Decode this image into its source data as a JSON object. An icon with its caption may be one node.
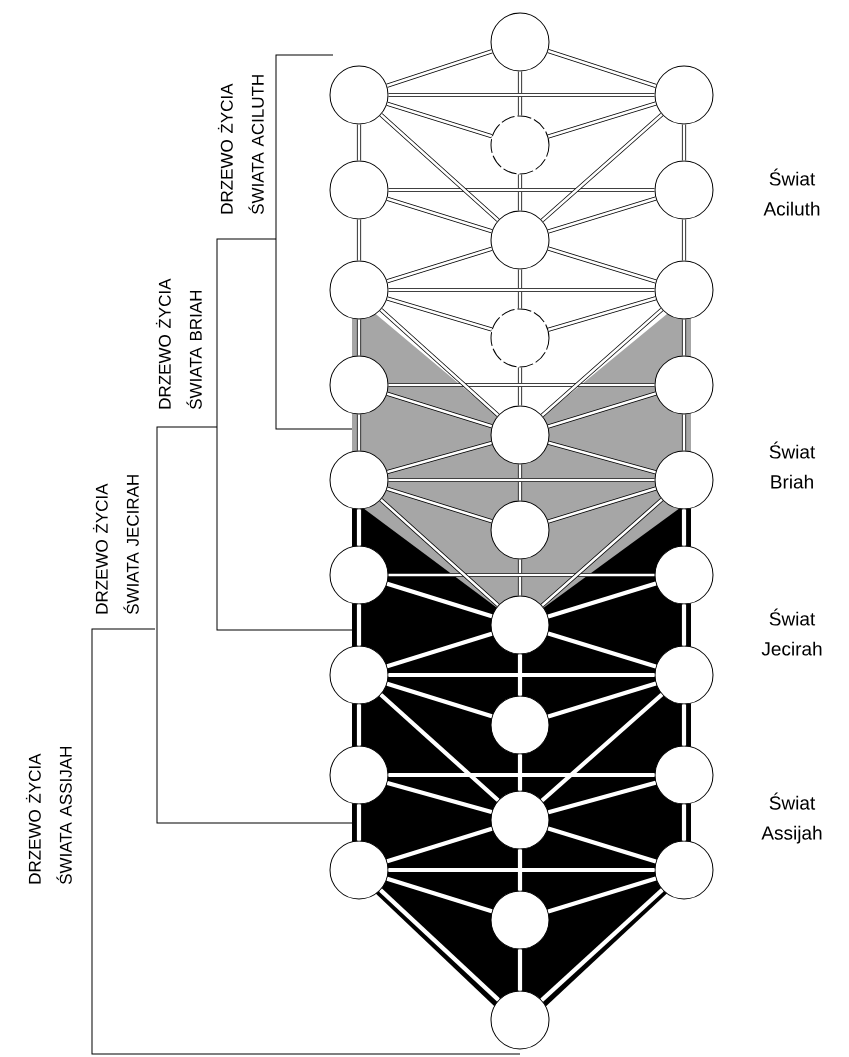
{
  "diagram": {
    "nodes": [
      {
        "text": [],
        "shape": "circle"
      },
      {
        "text": [],
        "shape": "circle"
      },
      {
        "text": [],
        "shape": "circle"
      },
      {
        "text": [],
        "shape": "circle"
      },
      {
        "text": [],
        "shape": "circle"
      },
      {
        "text": [],
        "shape": "circle"
      },
      {
        "text": [],
        "shape": "circle"
      },
      {
        "text": [],
        "shape": "circle"
      },
      {
        "text": [],
        "shape": "circle"
      },
      {
        "text": [],
        "shape": "circle"
      },
      {
        "text": [],
        "shape": "circle"
      },
      {
        "text": [],
        "shape": "circle"
      },
      {
        "text": [],
        "shape": "circle"
      },
      {
        "text": [],
        "shape": "circle"
      },
      {
        "text": [],
        "shape": "circle"
      },
      {
        "text": [],
        "shape": "circle"
      },
      {
        "text": [],
        "shape": "circle"
      },
      {
        "text": [],
        "shape": "circle"
      },
      {
        "text": [],
        "shape": "circle"
      },
      {
        "text": [],
        "shape": "circle"
      },
      {
        "text": [],
        "shape": "circle"
      },
      {
        "text": [],
        "shape": "circle"
      },
      {
        "text": [],
        "shape": "circle"
      },
      {
        "text": [],
        "shape": "circle"
      },
      {
        "text": [],
        "shape": "circle"
      },
      {
        "text": [],
        "shape": "circle"
      },
      {
        "text": [],
        "shape": "circle"
      },
      {
        "text": [],
        "shape": "circle"
      },
      {
        "text": [],
        "shape": "circle"
      }
    ],
    "edges": [
      {
        "from": 0,
        "to": 3,
        "arrow": "none"
      },
      {
        "from": 3,
        "to": 6,
        "arrow": "none"
      },
      {
        "from": 6,
        "to": 9,
        "arrow": "none"
      },
      {
        "from": 9,
        "to": 12,
        "arrow": "none"
      },
      {
        "from": 12,
        "to": 15,
        "arrow": "none"
      },
      {
        "from": 15,
        "to": 18,
        "arrow": "none"
      },
      {
        "from": 18,
        "to": 21,
        "arrow": "none",
        "color": "#ffffff"
      },
      {
        "from": 21,
        "to": 24,
        "arrow": "none",
        "color": "#ffffff"
      },
      {
        "from": 24,
        "to": 27,
        "arrow": "none",
        "color": "#ffffff"
      },
      {
        "from": 27,
        "to": 28,
        "arrow": "none",
        "color": "#ffffff"
      },
      {
        "from": 1,
        "to": 4,
        "arrow": "none"
      },
      {
        "from": 4,
        "to": 7,
        "arrow": "none"
      },
      {
        "from": 7,
        "to": 10,
        "arrow": "none"
      },
      {
        "from": 10,
        "to": 13,
        "arrow": "none"
      },
      {
        "from": 13,
        "to": 16,
        "arrow": "none",
        "color": "#ffffff"
      },
      {
        "from": 16,
        "to": 19,
        "arrow": "none",
        "color": "#ffffff"
      },
      {
        "from": 19,
        "to": 22,
        "arrow": "none",
        "color": "#ffffff"
      },
      {
        "from": 22,
        "to": 25,
        "arrow": "none",
        "color": "#ffffff"
      },
      {
        "from": 2,
        "to": 5,
        "arrow": "none"
      },
      {
        "from": 5,
        "to": 8,
        "arrow": "none"
      },
      {
        "from": 8,
        "to": 11,
        "arrow": "none"
      },
      {
        "from": 11,
        "to": 14,
        "arrow": "none"
      },
      {
        "from": 14,
        "to": 17,
        "arrow": "none",
        "color": "#ffffff"
      },
      {
        "from": 17,
        "to": 20,
        "arrow": "none",
        "color": "#ffffff"
      },
      {
        "from": 20,
        "to": 23,
        "arrow": "none",
        "color": "#ffffff"
      },
      {
        "from": 23,
        "to": 26,
        "arrow": "none",
        "color": "#ffffff"
      },
      {
        "from": 1,
        "to": 2,
        "arrow": "none"
      },
      {
        "from": 4,
        "to": 5,
        "arrow": "none"
      },
      {
        "from": 7,
        "to": 8,
        "arrow": "none"
      },
      {
        "from": 10,
        "to": 11,
        "arrow": "none"
      },
      {
        "from": 13,
        "to": 14,
        "arrow": "none"
      },
      {
        "from": 16,
        "to": 17,
        "arrow": "none"
      },
      {
        "from": 19,
        "to": 20,
        "arrow": "none",
        "color": "#ffffff"
      },
      {
        "from": 22,
        "to": 23,
        "arrow": "none",
        "color": "#ffffff"
      },
      {
        "from": 25,
        "to": 26,
        "arrow": "none",
        "color": "#ffffff"
      },
      {
        "from": 0,
        "to": 1,
        "arrow": "none"
      },
      {
        "from": 0,
        "to": 2,
        "arrow": "none"
      },
      {
        "from": 1,
        "to": 3,
        "arrow": "none"
      },
      {
        "from": 2,
        "to": 3,
        "arrow": "none"
      },
      {
        "from": 1,
        "to": 6,
        "arrow": "none"
      },
      {
        "from": 2,
        "to": 6,
        "arrow": "none"
      },
      {
        "from": 4,
        "to": 6,
        "arrow": "none"
      },
      {
        "from": 5,
        "to": 6,
        "arrow": "none"
      },
      {
        "from": 6,
        "to": 7,
        "arrow": "none"
      },
      {
        "from": 6,
        "to": 8,
        "arrow": "none"
      },
      {
        "from": 7,
        "to": 9,
        "arrow": "none"
      },
      {
        "from": 8,
        "to": 9,
        "arrow": "none"
      },
      {
        "from": 7,
        "to": 12,
        "arrow": "none"
      },
      {
        "from": 8,
        "to": 12,
        "arrow": "none"
      },
      {
        "from": 10,
        "to": 12,
        "arrow": "none"
      },
      {
        "from": 11,
        "to": 12,
        "arrow": "none"
      },
      {
        "from": 12,
        "to": 13,
        "arrow": "none"
      },
      {
        "from": 12,
        "to": 14,
        "arrow": "none"
      },
      {
        "from": 13,
        "to": 15,
        "arrow": "none"
      },
      {
        "from": 14,
        "to": 15,
        "arrow": "none"
      },
      {
        "from": 13,
        "to": 18,
        "arrow": "none"
      },
      {
        "from": 14,
        "to": 18,
        "arrow": "none"
      },
      {
        "from": 16,
        "to": 18,
        "arrow": "none",
        "color": "#ffffff"
      },
      {
        "from": 17,
        "to": 18,
        "arrow": "none",
        "color": "#ffffff"
      },
      {
        "from": 18,
        "to": 19,
        "arrow": "none",
        "color": "#ffffff"
      },
      {
        "from": 18,
        "to": 20,
        "arrow": "none",
        "color": "#ffffff"
      },
      {
        "from": 19,
        "to": 21,
        "arrow": "none",
        "color": "#ffffff"
      },
      {
        "from": 20,
        "to": 21,
        "arrow": "none",
        "color": "#ffffff"
      },
      {
        "from": 19,
        "to": 24,
        "arrow": "none",
        "color": "#ffffff"
      },
      {
        "from": 20,
        "to": 24,
        "arrow": "none",
        "color": "#ffffff"
      },
      {
        "from": 22,
        "to": 24,
        "arrow": "none",
        "color": "#ffffff"
      },
      {
        "from": 23,
        "to": 24,
        "arrow": "none",
        "color": "#ffffff"
      },
      {
        "from": 24,
        "to": 25,
        "arrow": "none",
        "color": "#ffffff"
      },
      {
        "from": 24,
        "to": 26,
        "arrow": "none",
        "color": "#ffffff"
      },
      {
        "from": 25,
        "to": 27,
        "arrow": "none",
        "color": "#ffffff"
      },
      {
        "from": 26,
        "to": 27,
        "arrow": "none",
        "color": "#ffffff"
      },
      {
        "from": 25,
        "to": 28,
        "arrow": "none",
        "color": "#ffffff"
      },
      {
        "from": 26,
        "to": 28,
        "arrow": "none",
        "color": "#ffffff"
      }
    ],
    "labels": [
      "DRZEWO ŻYCIA ŚWIATA ACILUTH",
      "DRZEWO ŻYCIA ŚWIATA BRIAH",
      "DRZEWO ŻYCIA ŚWIATA JECIRAH",
      "DRZEWO ŻYCIA ŚWIATA ASSIJAH",
      "Świat Aciluth",
      "Świat Briah",
      "Świat Jecirah",
      "Świat Assijah"
    ]
  }
}
